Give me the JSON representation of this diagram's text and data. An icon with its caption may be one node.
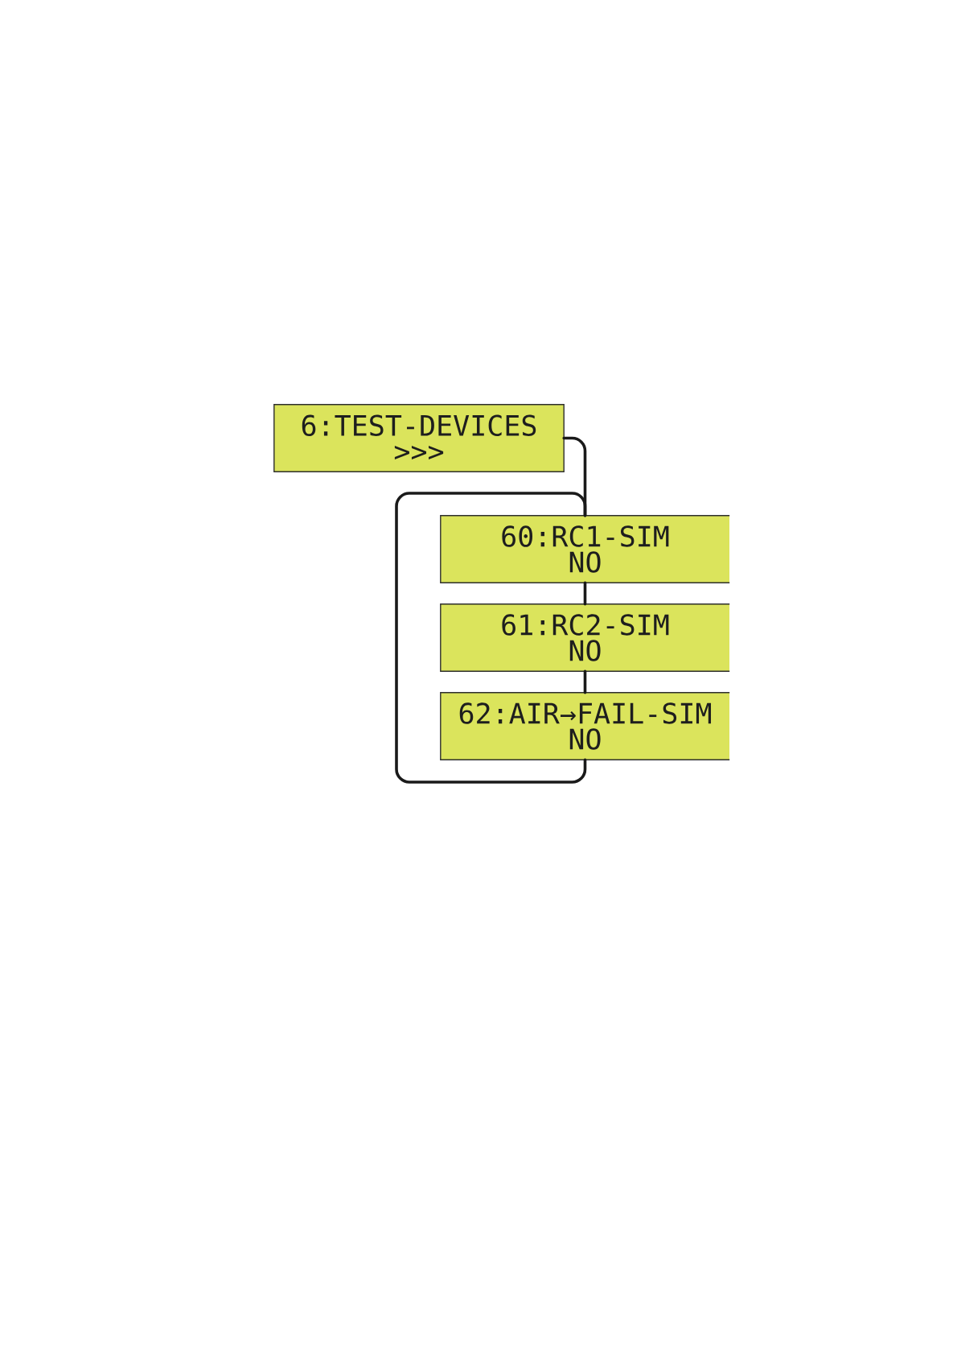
{
  "diagram": {
    "nodes": [
      {
        "text": [
          "6:TEST-DEVICES",
          ">>>"
        ]
      },
      {
        "text": [
          "60:RC1-SIM",
          "NO"
        ]
      },
      {
        "text": [
          "61:RC2-SIM",
          "NO"
        ]
      },
      {
        "text": [
          "62:AIR→FAIL-SIM",
          "NO"
        ]
      }
    ],
    "edges": [
      {
        "from": 0,
        "to": 1,
        "arrow": "none"
      },
      {
        "from": 1,
        "to": 2,
        "arrow": "none"
      },
      {
        "from": 2,
        "to": 3,
        "arrow": "none"
      },
      {
        "from": 3,
        "to": 1,
        "arrow": "none"
      }
    ]
  }
}
